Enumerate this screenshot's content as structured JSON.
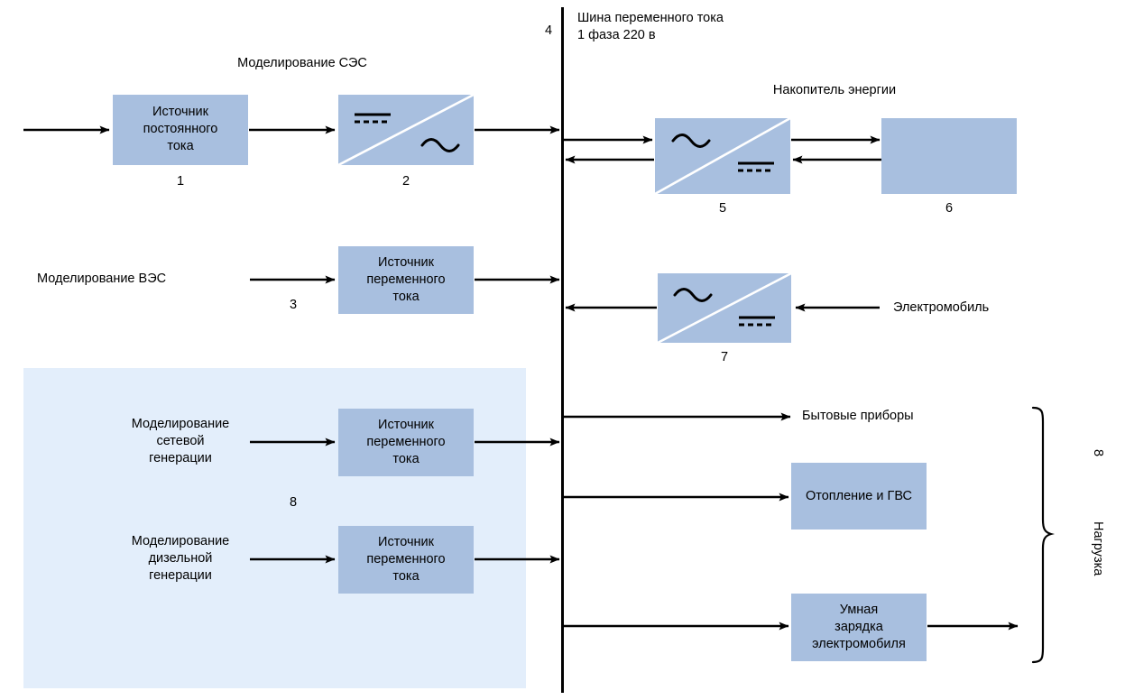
{
  "diagram": {
    "title_sun": "Моделирование СЭС",
    "title_storage": "Накопитель энергии",
    "bus": {
      "number": "4",
      "line1": "Шина переменного тока",
      "line2": "1 фаза 220 в"
    },
    "blocks": {
      "dc_source": {
        "label": "Источник\nпостоянного\nтока",
        "number": "1"
      },
      "inverter_pv": {
        "number": "2",
        "symbol_top_left": "dc-symbol",
        "symbol_bottom_right": "ac-symbol"
      },
      "ac_source_wind": {
        "label": "Источник\nпеременного\nтока",
        "number": "3"
      },
      "inverter_storage": {
        "number": "5",
        "symbol_top_left": "ac-symbol",
        "symbol_bottom_right": "dc-symbol"
      },
      "battery": {
        "label": "",
        "number": "6"
      },
      "inverter_ev": {
        "number": "7",
        "symbol_top_left": "ac-symbol",
        "symbol_bottom_right": "dc-symbol"
      },
      "ac_source_grid": {
        "label": "Источник\nпеременного\nтока"
      },
      "ac_source_diesel": {
        "label": "Источник\nпеременного\nтока"
      },
      "heating": {
        "label": "Отопление и ГВС"
      },
      "smart_charging": {
        "label": "Умная\nзарядка\nэлектромобиля"
      }
    },
    "labels": {
      "wind_model": "Моделирование ВЭС",
      "electric_vehicle": "Электромобиль",
      "grid_model": "Моделирование\nсетевой\nгенерации",
      "diesel_model": "Моделирование\nдизельной\nгенерации",
      "generation_group_number": "8",
      "appliances": "Бытовые приборы",
      "load_group_number": "8",
      "load_group_name": "Нагрузка"
    },
    "colors": {
      "block_fill": "#a8bfdf",
      "region_fill": "#e3eefb",
      "line": "#000000",
      "divider": "#ffffff"
    }
  }
}
